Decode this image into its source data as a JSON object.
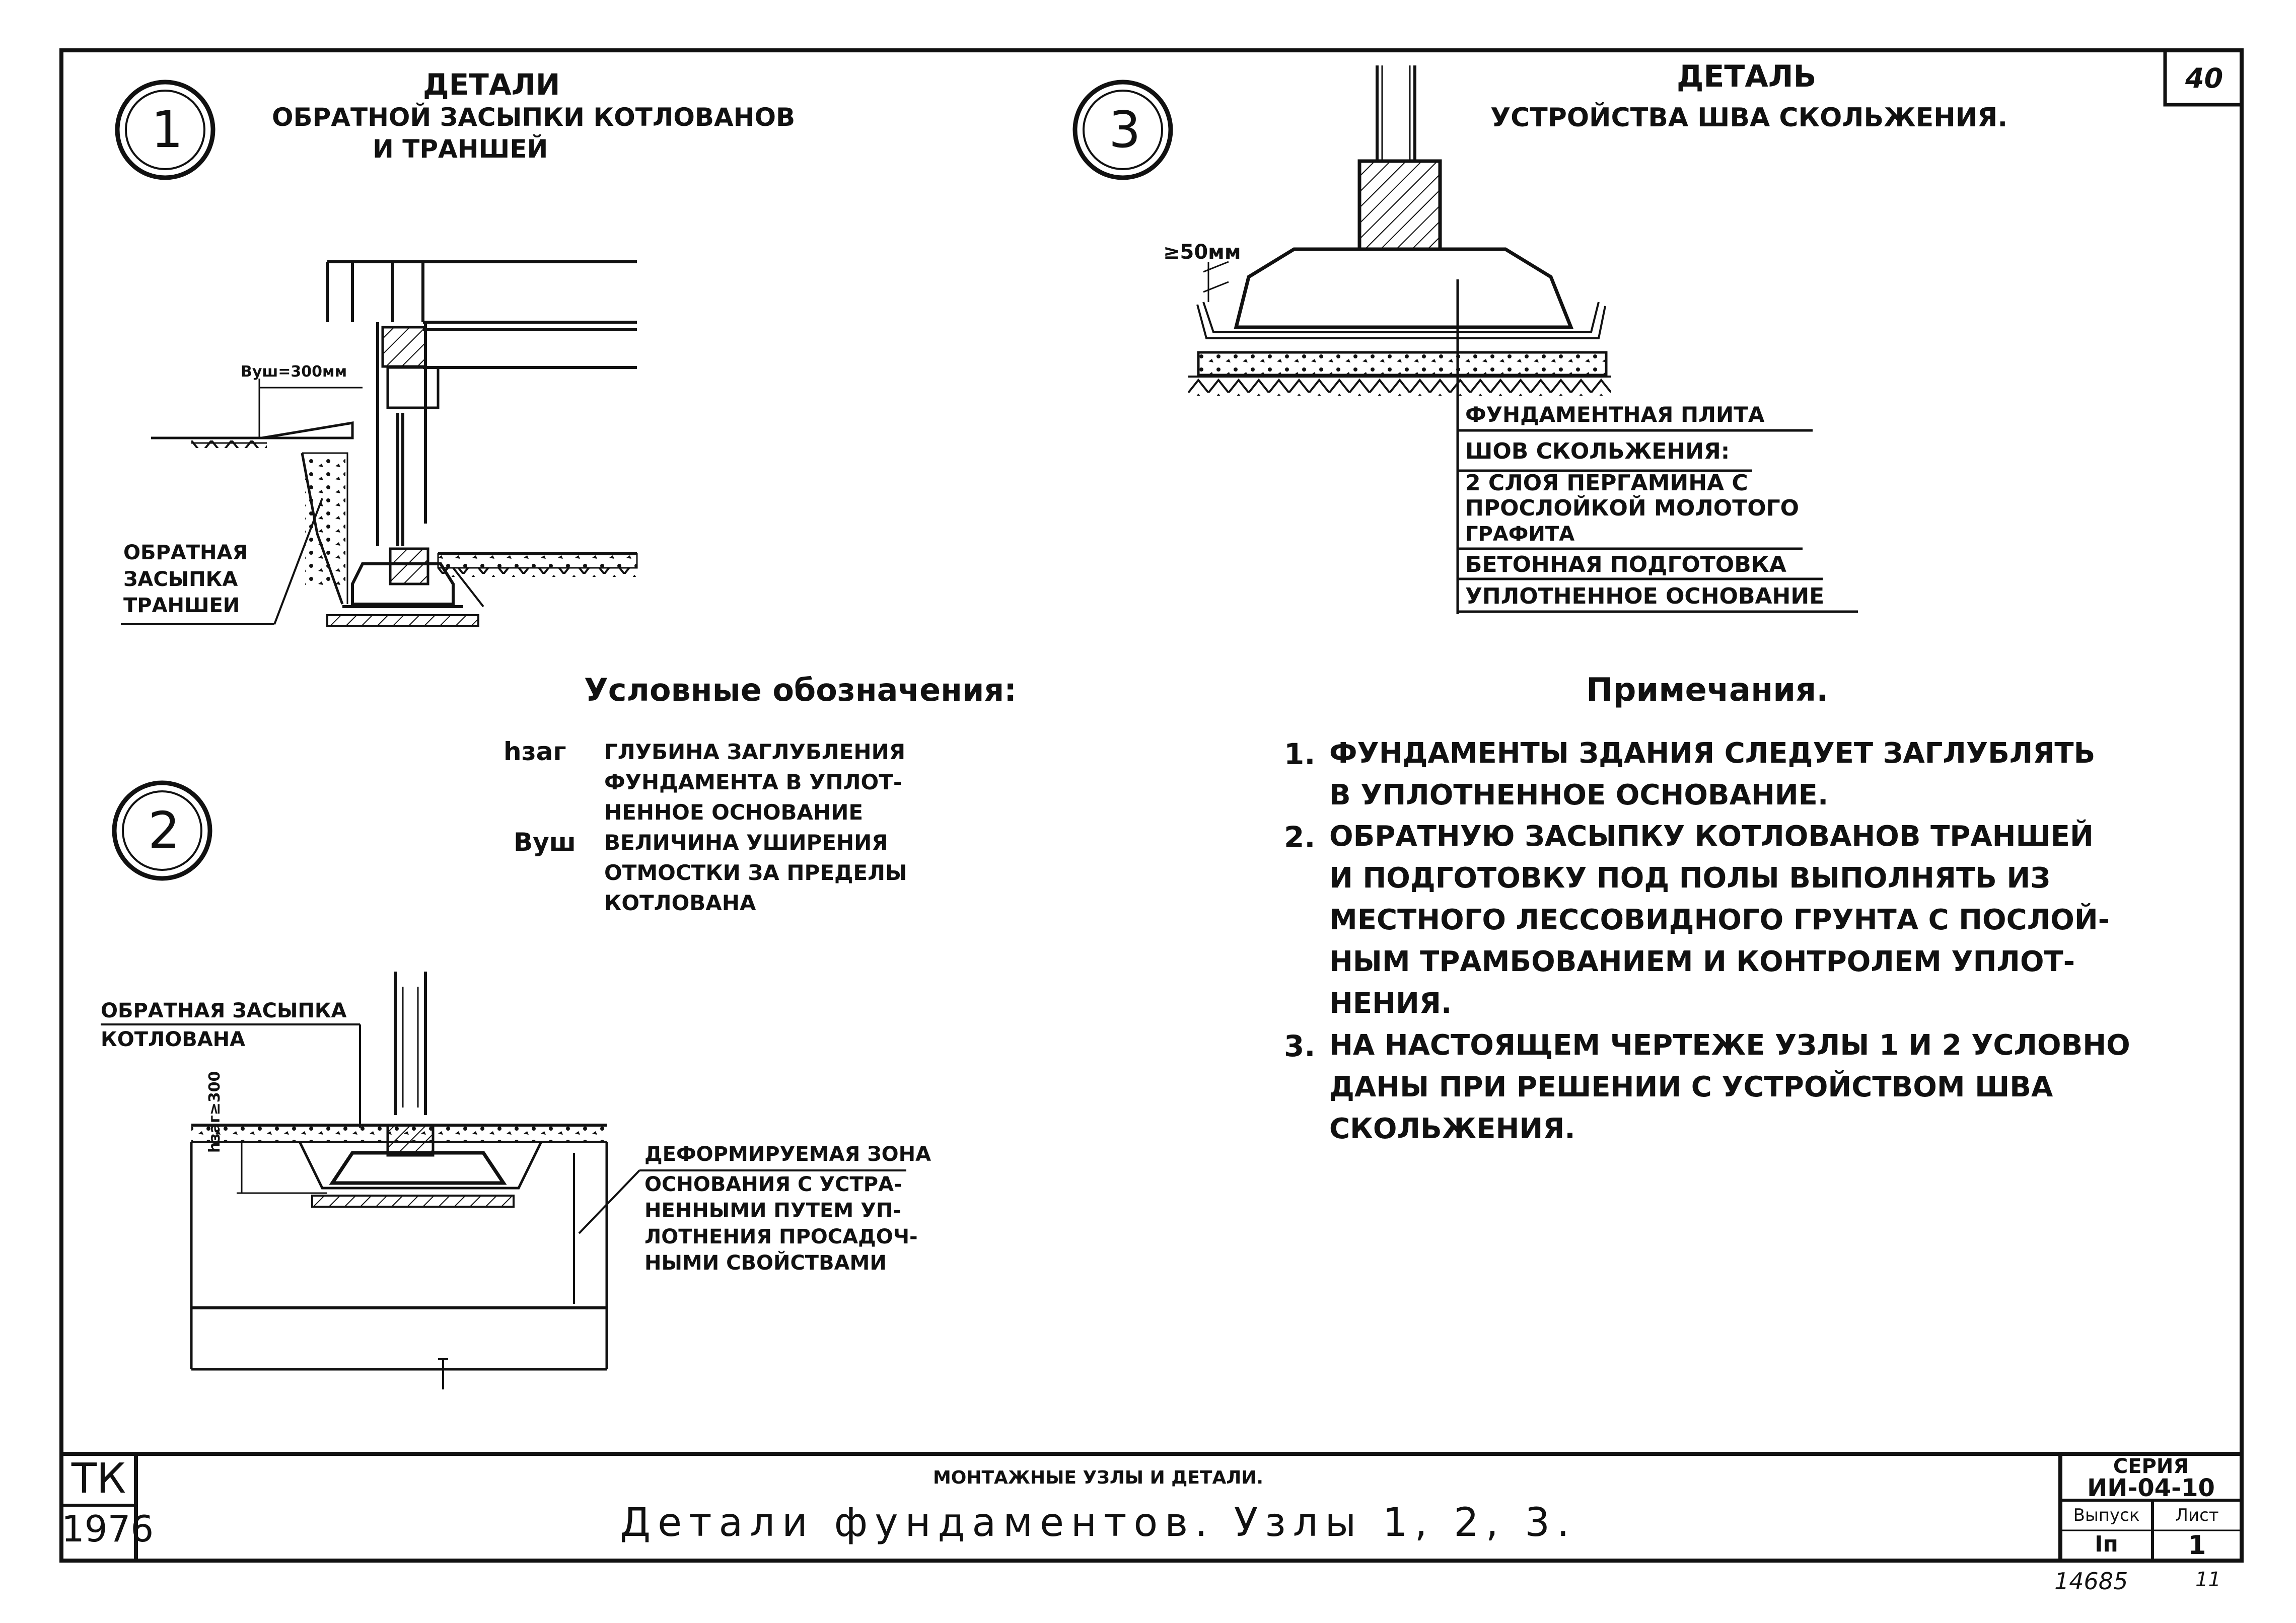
{
  "sheet_number": "40",
  "detail1": {
    "marker": "1",
    "title_lines": [
      "Детали",
      "обратной засыпки котлованов",
      "и траншей"
    ],
    "dim_label": "Вуш=300мм",
    "callout_lines": [
      "Обратная",
      "засыпка",
      "траншеи"
    ]
  },
  "detail3": {
    "marker": "3",
    "title_lines": [
      "Деталь",
      "устройства шва скольжения."
    ],
    "dim_label": "≥50мм",
    "layers": [
      "Фундаментная плита",
      "Шов скольжения:",
      "2 слоя пергамина с",
      "прослойкой молотого",
      "графита",
      "Бетонная подготовка",
      "Уплотненное основание"
    ]
  },
  "legend": {
    "title": "Условные обозначения:",
    "items": [
      {
        "symbol": "hзаг",
        "lines": [
          "глубина заглубления",
          "фундамента в уплот-",
          "ненное основание"
        ]
      },
      {
        "symbol": "Вуш",
        "lines": [
          "величина уширения",
          "отмостки за пределы",
          "котлована"
        ]
      }
    ]
  },
  "detail2": {
    "marker": "2",
    "callout_lines": [
      "Обратная засыпка",
      "котлована"
    ],
    "dim_label": "hзаг≥300",
    "zone_lines": [
      "Деформируемая зона",
      "основания с устра-",
      "ненными путем уп-",
      "лотнения просадоч-",
      "ными свойствами"
    ]
  },
  "notes": {
    "title": "Примечания.",
    "items": [
      {
        "num": "1.",
        "lines": [
          "Фундаменты здания следует заглублять",
          "в уплотненное основание."
        ]
      },
      {
        "num": "2.",
        "lines": [
          "Обратную засыпку котлованов траншей",
          "и подготовку под полы выполнять из",
          "местного лессовидного грунта с послой-",
          "ным трамбованием и контролем уплот-",
          "нения."
        ]
      },
      {
        "num": "3.",
        "lines": [
          "На настоящем чертеже узлы 1 и 2 условно",
          "даны при решении с устройством шва",
          "скольжения."
        ]
      }
    ]
  },
  "title_block": {
    "org": "ТК",
    "year": "1976",
    "subtitle": "МОНТАЖНЫЕ УЗЛЫ И ДЕТАЛИ.",
    "title": "Детали фундаментов. Узлы 1, 2, 3.",
    "series_label": "СЕРИЯ",
    "series_value": "ИИ-04-10",
    "issue_label": "Выпуск",
    "issue_value": "Iп",
    "sheet_label": "Лист",
    "sheet_value": "1"
  },
  "footer": {
    "inventory": "14685",
    "page": "11"
  }
}
